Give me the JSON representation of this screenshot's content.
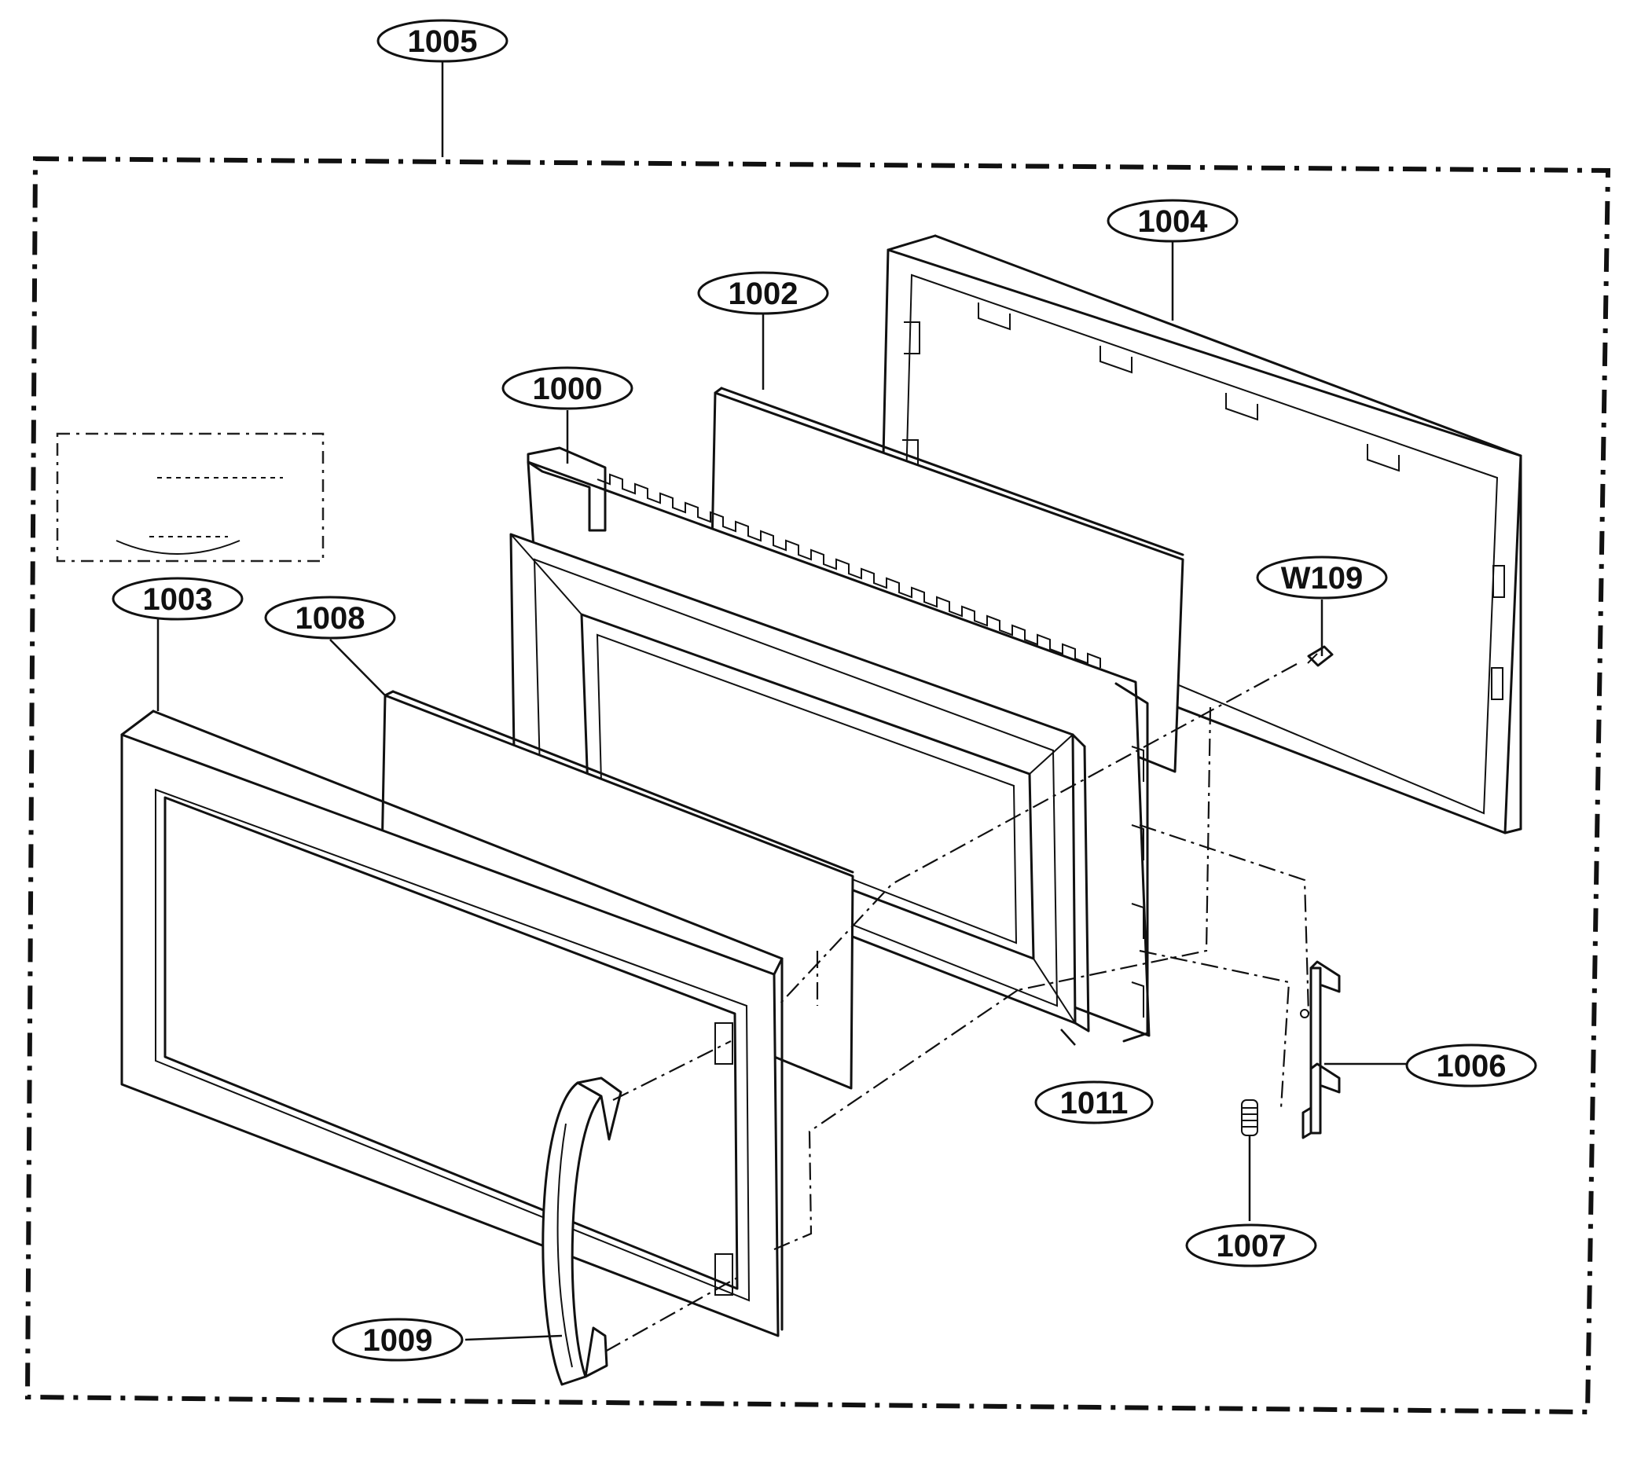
{
  "diagram": {
    "labels": {
      "l1005": "1005",
      "l1004": "1004",
      "l1002": "1002",
      "l1000": "1000",
      "l1003": "1003",
      "l1008": "1008",
      "lW109": "W109",
      "l1006": "1006",
      "l1011": "1011",
      "l1007": "1007",
      "l1009": "1009"
    }
  }
}
